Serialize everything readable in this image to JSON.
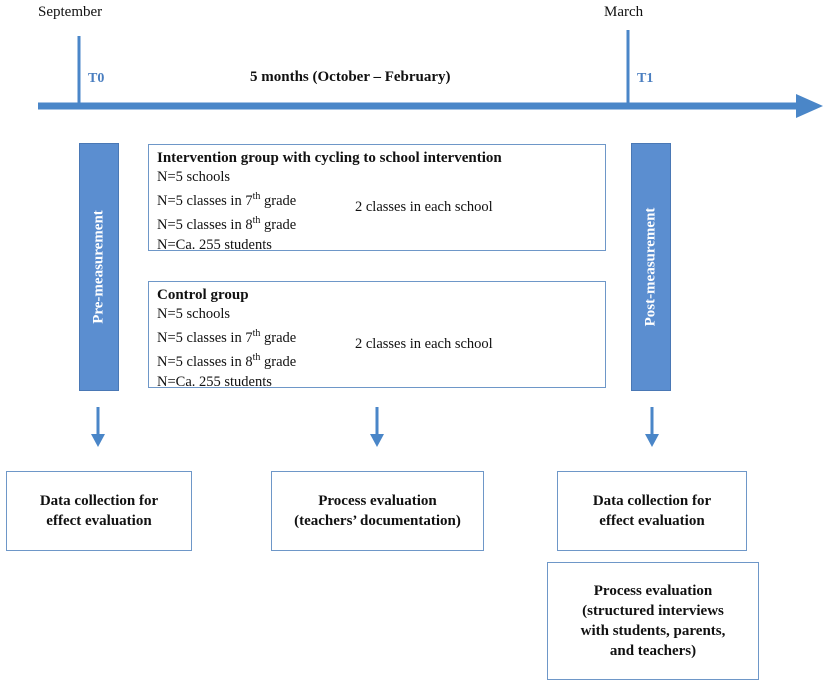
{
  "timeline": {
    "start_month": "September",
    "end_month": "March",
    "t0": "T0",
    "t1": "T1",
    "span": "5 months (October – February)"
  },
  "bars": {
    "pre": "Pre-measurement",
    "post": "Post-measurement"
  },
  "intervention": {
    "title": "Intervention group with cycling to school intervention",
    "schools": "N=5 schools",
    "classes7_prefix": "N=5 classes  in 7",
    "classes7_sup": "th",
    "classes7_suffix": " grade",
    "classes8_prefix": "N=5 classes  in 8",
    "classes8_sup": "th",
    "classes8_suffix": " grade",
    "students": "N=Ca. 255 students",
    "brace_note": "2 classes in each school"
  },
  "control": {
    "title": "Control group",
    "schools": "N=5 schools",
    "classes7_prefix": "N=5 classes  in 7",
    "classes7_sup": "th",
    "classes7_suffix": " grade",
    "classes8_prefix": "N=5 classes  in 8",
    "classes8_sup": "th",
    "classes8_suffix": " grade",
    "students": "N=Ca. 255 students",
    "brace_note": "2 classes in each school"
  },
  "outcomes": {
    "left": [
      "Data collection  for",
      "effect evaluation"
    ],
    "middle": [
      "Process evaluation",
      "(teachers’ documentation)"
    ],
    "right": [
      "Data collection for",
      "effect evaluation"
    ],
    "right2": [
      "Process evaluation",
      "(structured interviews",
      "with students, parents,",
      "and teachers)"
    ]
  },
  "colors": {
    "arrow": "#4a86c8",
    "bar": "#5b8ed0",
    "border": "#6e97c8",
    "t_label": "#4a7ec0"
  }
}
